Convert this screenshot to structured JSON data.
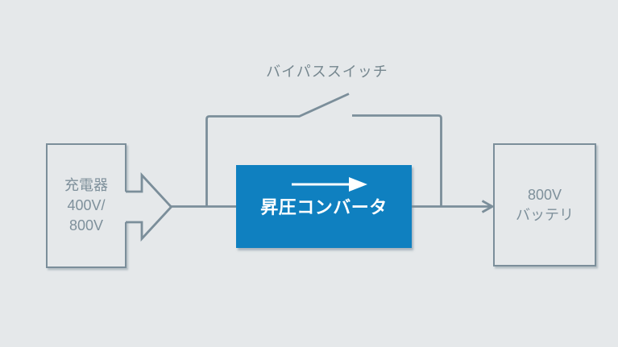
{
  "title": "バイパススイッチ",
  "colors": {
    "background": "#e5e8ea",
    "line": "#7b8e9a",
    "box_text": "#7e909b",
    "title_text": "#76878f",
    "converter_fill": "#0f80c0",
    "converter_text": "#ffffff"
  },
  "nodes": {
    "charger": {
      "line1": "充電器",
      "line2": "400V/",
      "line3": "800V"
    },
    "converter": {
      "label": "昇圧コンバータ"
    },
    "battery": {
      "line1": "800V",
      "line2": "バッテリ"
    }
  }
}
